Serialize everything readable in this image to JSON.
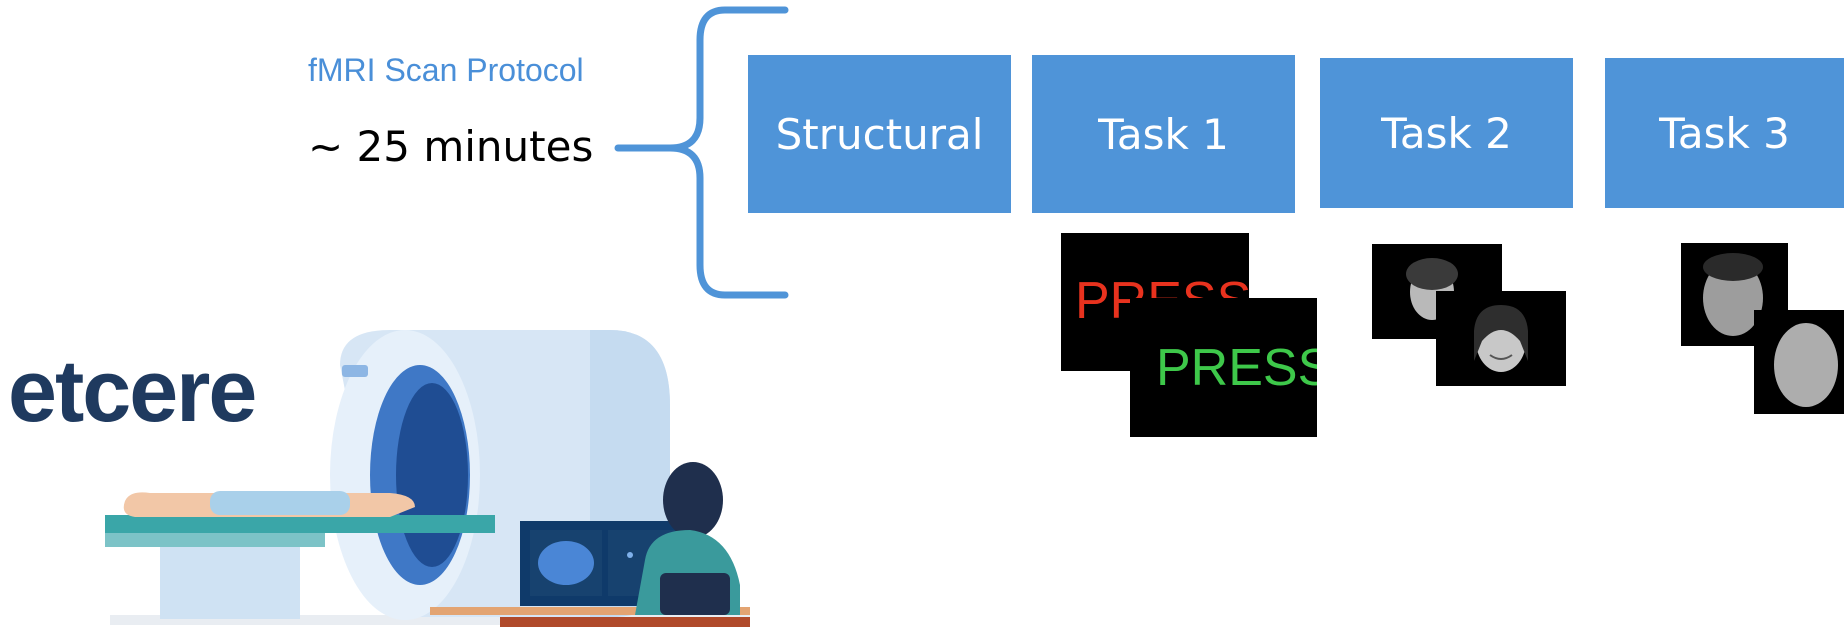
{
  "protocol": {
    "title": "fMRI Scan Protocol",
    "duration": "~ 25 minutes"
  },
  "blocks": [
    {
      "label": "Structural"
    },
    {
      "label": "Task 1"
    },
    {
      "label": "Task 2"
    },
    {
      "label": "Task 3"
    }
  ],
  "task1_stimuli": [
    {
      "text": "PRESS",
      "color": "#e8321e"
    },
    {
      "text": "PRESS",
      "color": "#3ec84a"
    }
  ],
  "logo": {
    "text": "etcere"
  },
  "colors": {
    "accent": "#4f94d8",
    "title_blue": "#4a8fd8",
    "logo_navy": "#1f3a5f"
  }
}
